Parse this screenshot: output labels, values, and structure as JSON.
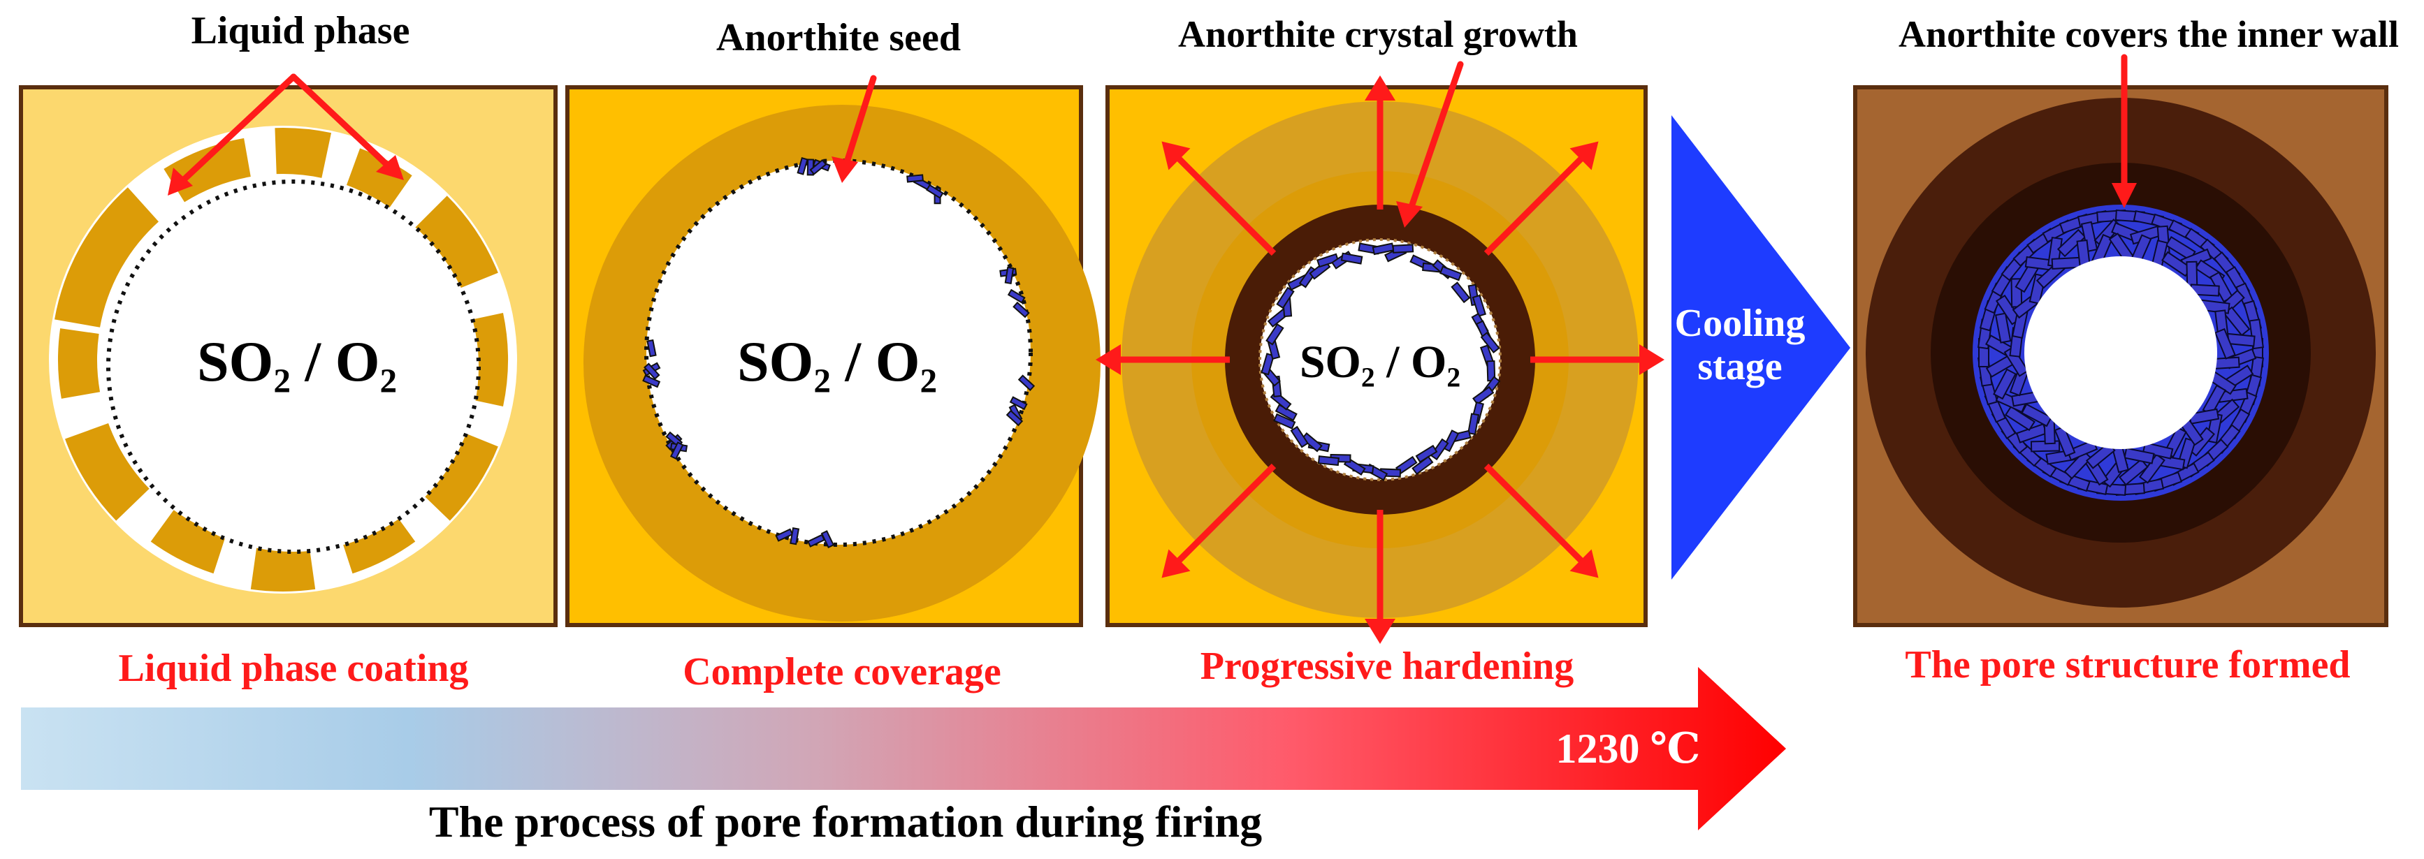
{
  "panels": [
    {
      "top_label": "Liquid phase",
      "bottom_label": "Liquid phase coating",
      "gas_label": "SO₂ / O₂"
    },
    {
      "top_label": "Anorthite seed",
      "bottom_label": "Complete coverage",
      "gas_label": "SO₂ / O₂"
    },
    {
      "top_label": "Anorthite crystal growth",
      "bottom_label": "Progressive hardening",
      "gas_label": "SO₂ / O₂"
    },
    {
      "top_label": "Anorthite covers the inner wall",
      "bottom_label": "The pore structure formed"
    }
  ],
  "cooling": {
    "line1": "Cooling",
    "line2": "stage"
  },
  "temperature_label": "1230 ℃",
  "footer": "The process of pore formation during firing",
  "colors": {
    "panel1_bg": "#fcd86e",
    "panel2_bg": "#ffbf00",
    "ring_gold": "#dc9c08",
    "ring_light": "#d8a020",
    "dark_ring": "#4a1c06",
    "panel4_bg": "#a56530",
    "panel4_dark": "#4a1e0b",
    "panel4_darker": "#2a0e04",
    "crystal": "#3a3ac8",
    "cooling_triangle": "#1e3cff",
    "arrow_red": "#ff1a1a",
    "gradient_start": "#c9e2f2",
    "gradient_end": "#ff0000",
    "frame": "#5a2e0e"
  }
}
